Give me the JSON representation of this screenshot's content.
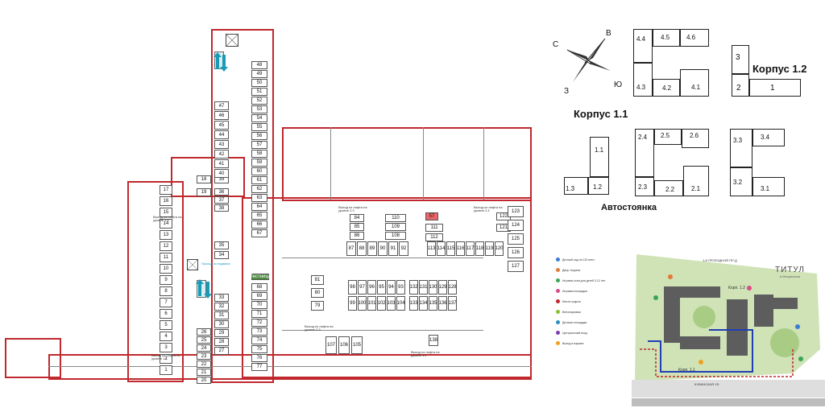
{
  "plan": {
    "column_left_spots": [
      "17",
      "16",
      "15",
      "14",
      "13",
      "12",
      "11",
      "10",
      "9",
      "8",
      "7",
      "6",
      "5",
      "4",
      "3",
      "2",
      "1"
    ],
    "pair_spots_left": [
      "18",
      "19",
      "39",
      "36",
      "37",
      "38",
      "35",
      "34",
      "33",
      "32",
      "31",
      "30",
      "29",
      "28",
      "27",
      "26",
      "25",
      "24",
      "23",
      "22",
      "21",
      "20"
    ],
    "tower_spots": [
      "47",
      "46",
      "45",
      "44",
      "43",
      "42",
      "41",
      "40"
    ],
    "right_column": [
      "48",
      "49",
      "50",
      "51",
      "52",
      "53",
      "54",
      "55",
      "56",
      "57",
      "58",
      "59",
      "60",
      "61",
      "62",
      "63",
      "64",
      "65",
      "66",
      "67"
    ],
    "lower_column": [
      "68",
      "69",
      "70",
      "71",
      "72",
      "73",
      "74",
      "75",
      "76",
      "77"
    ],
    "green_label": "Лестница",
    "tower_label": "Проход из подвала",
    "spots_81_80_79": [
      "81",
      "80",
      "79"
    ],
    "center_top_row": [
      "87",
      "88",
      "89",
      "90",
      "91",
      "92"
    ],
    "center_side": [
      "84",
      "85",
      "86"
    ],
    "center_box": [
      "110",
      "109",
      "108"
    ],
    "right_top_row": [
      "111",
      "112",
      "113",
      "114",
      "115",
      "116",
      "117",
      "118",
      "119",
      "120"
    ],
    "right_side_col": [
      "122",
      "121",
      "123",
      "124",
      "125",
      "126",
      "127"
    ],
    "red_spot": "57",
    "block_a_top": [
      "98",
      "97",
      "96",
      "95",
      "94",
      "93"
    ],
    "block_a_bot": [
      "99",
      "100",
      "101",
      "102",
      "103",
      "104"
    ],
    "block_b_top": [
      "132",
      "131",
      "130",
      "129",
      "128"
    ],
    "block_b_bot": [
      "133",
      "134",
      "135",
      "136",
      "137"
    ],
    "bottom_spots": [
      "107",
      "106",
      "105"
    ],
    "spot_138": "138",
    "exit_label_1": "Выход из лифта на уровне 1.4",
    "exit_label_2": "Выход из лифта на уровне 2.3",
    "exit_label_3": "Выход из лифта на уровне 2.4",
    "exit_label_4": "Выход из лифта на уровне 1.1"
  },
  "compass": {
    "north": "В",
    "west": "С",
    "south": "З",
    "east": "Ю"
  },
  "corpus_1_1": {
    "title": "Корпус 1.1",
    "sections": [
      "4.4",
      "4.5",
      "4.6",
      "4.3",
      "4.2",
      "4.1",
      "1.1",
      "1.3",
      "1.2"
    ]
  },
  "corpus_1_2": {
    "title": "Корпус 1.2",
    "sections": [
      "3",
      "2",
      "1"
    ]
  },
  "parking": {
    "title": "Автостоянка",
    "sections": [
      "2.4",
      "2.5",
      "2.6",
      "2.3",
      "2.2",
      "2.1",
      "3.3",
      "3.4",
      "3.2",
      "3.1"
    ]
  },
  "site_plan": {
    "brand": "ТИТУЛ",
    "brand_sub": "в Мещанском",
    "street_top": "1-й ПРОЕЗДНОЙ ПР-Д",
    "street_bottom": "КУБИНСКАЯ УЛ.",
    "corp_label_1": "Корп. 1.1",
    "corp_label_2": "Корп. 1.2",
    "legend": [
      {
        "color": "#3a7bd5",
        "text": "Детский сад на 120 мест"
      },
      {
        "color": "#e07b39",
        "text": "Двор-терраса"
      },
      {
        "color": "#3aa655",
        "text": "Игровая зона для детей 3-12 лет"
      },
      {
        "color": "#d94c8a",
        "text": "Игровая площадка"
      },
      {
        "color": "#c0282d",
        "text": "Места отдыха"
      },
      {
        "color": "#8bbf3a",
        "text": "Велопарковка"
      },
      {
        "color": "#2b8fbd",
        "text": "Детская площадка"
      },
      {
        "color": "#7a3fb0",
        "text": "Центральный вход"
      },
      {
        "color": "#f0a020",
        "text": "Выход в паркинг"
      }
    ],
    "colors": {
      "park": "#cfe3b6",
      "building": "#5d5d5d",
      "road": "#dedede",
      "route_blue": "#1f3fb3",
      "route_red": "#c0282d"
    }
  }
}
